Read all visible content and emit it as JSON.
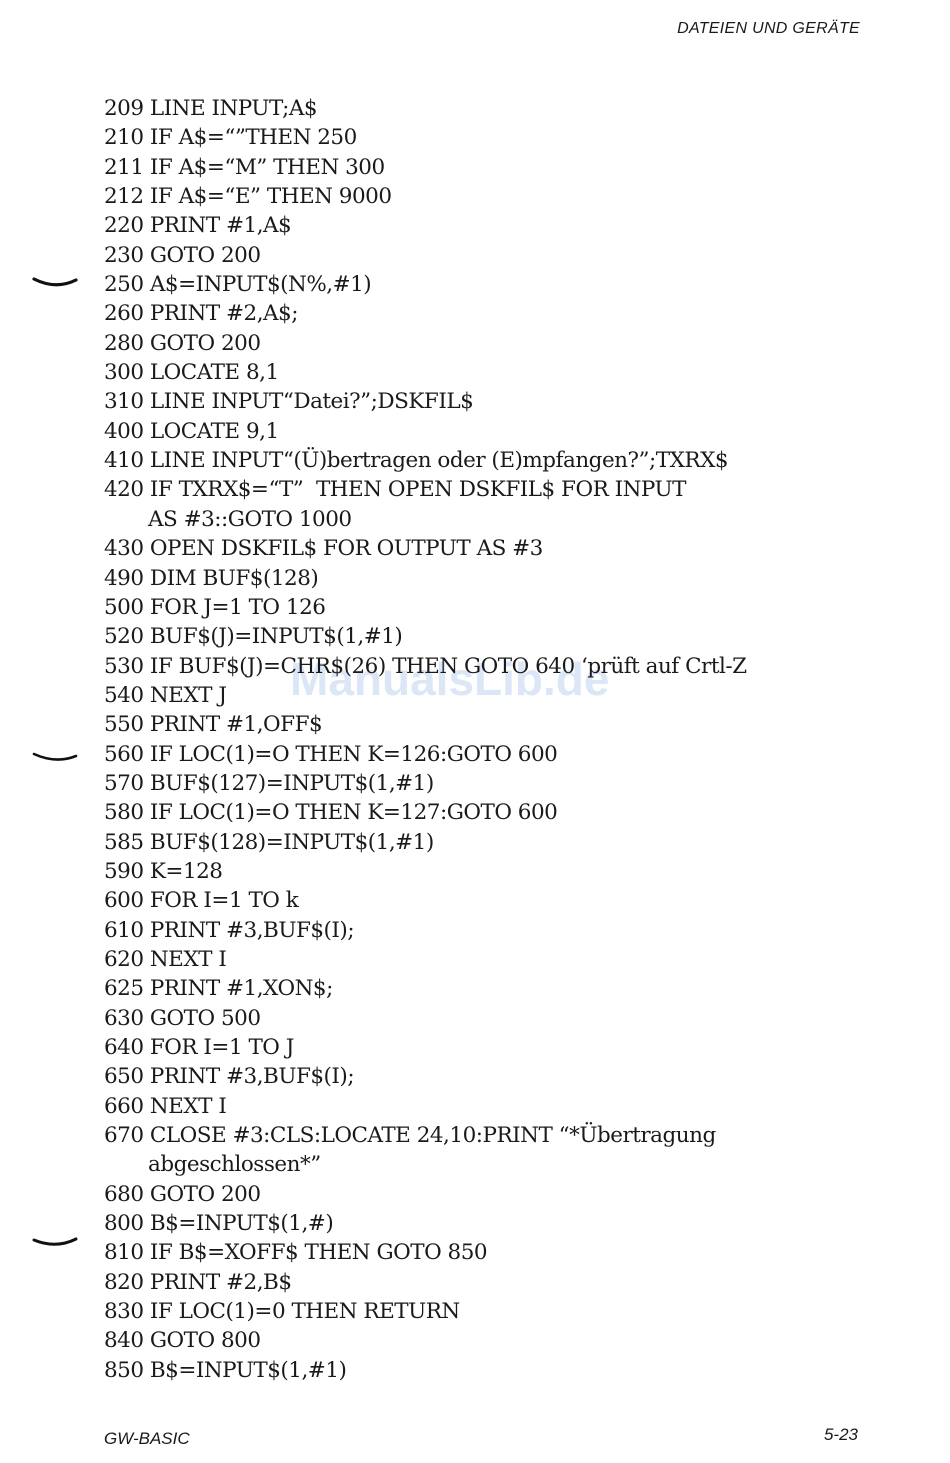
{
  "header": {
    "title": "DATEIEN UND GERÄTE"
  },
  "footer": {
    "left": "GW-BASIC",
    "right": "5-23"
  },
  "watermark": "ManualsLib.de",
  "listing": [
    "209 LINE INPUT;A$",
    "210 IF A$=“”THEN 250",
    "211 IF A$=“M” THEN 300",
    "212 IF A$=“E” THEN 9000",
    "220 PRINT #1,A$",
    "230 GOTO 200",
    "250 A$=INPUT$(N%,#1)",
    "260 PRINT #2,A$;",
    "280 GOTO 200",
    "300 LOCATE 8,1",
    "310 LINE INPUT“Datei?”;DSKFIL$",
    "400 LOCATE 9,1",
    "410 LINE INPUT“(Ü)bertragen oder (E)mpfangen?”;TXRX$",
    "420 IF TXRX$=“T”  THEN OPEN DSKFIL$ FOR INPUT",
    "AS #3::GOTO 1000",
    "430 OPEN DSKFIL$ FOR OUTPUT AS #3",
    "490 DIM BUF$(128)",
    "500 FOR J=1 TO 126",
    "520 BUF$(J)=INPUT$(1,#1)",
    "530 IF BUF$(J)=CHR$(26) THEN GOTO 640 ‘prüft auf Crtl-Z",
    "540 NEXT J",
    "550 PRINT #1,OFF$",
    "560 IF LOC(1)=O THEN K=126:GOTO 600",
    "570 BUF$(127)=INPUT$(1,#1)",
    "580 IF LOC(1)=O THEN K=127:GOTO 600",
    "585 BUF$(128)=INPUT$(1,#1)",
    "590 K=128",
    "600 FOR I=1 TO k",
    "610 PRINT #3,BUF$(I);",
    "620 NEXT I",
    "625 PRINT #1,XON$;",
    "630 GOTO 500",
    "640 FOR I=1 TO J",
    "650 PRINT #3,BUF$(I);",
    "660 NEXT I",
    "670 CLOSE #3:CLS:LOCATE 24,10:PRINT “*Übertragung",
    "abgeschlossen*”",
    "680 GOTO 200",
    "800 B$=INPUT$(1,#)",
    "810 IF B$=XOFF$ THEN GOTO 850",
    "820 PRINT #2,B$",
    "830 IF LOC(1)=0 THEN RETURN",
    "840 GOTO 800",
    "850 B$=INPUT$(1,#1)"
  ]
}
